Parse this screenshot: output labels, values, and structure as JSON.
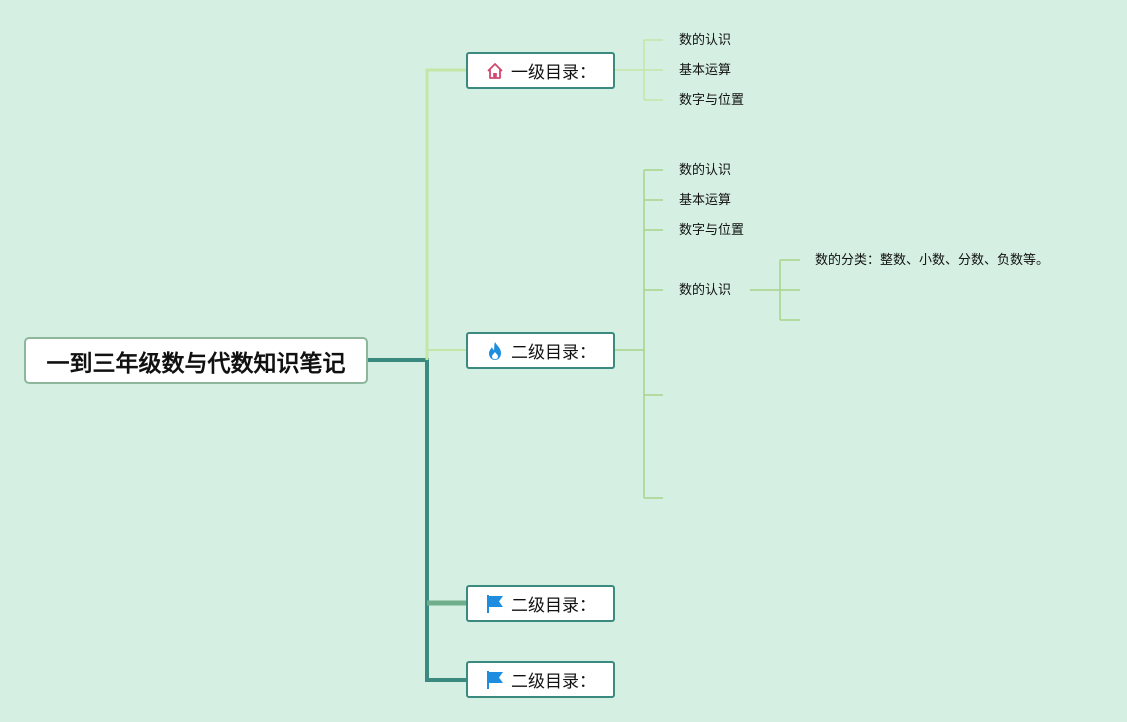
{
  "root": {
    "title": "一到三年级数与代数知识笔记"
  },
  "branches": [
    {
      "label": "一级目录：",
      "icon": "home-icon",
      "children": [
        "数的认识",
        "基本运算",
        "数字与位置"
      ]
    },
    {
      "label": "二级目录：",
      "icon": "fire-icon",
      "children": [
        "数的认识",
        "基本运算",
        "数字与位置",
        "数的认识",
        "",
        ""
      ],
      "sub": {
        "parent": "数的认识",
        "children": [
          "数的分类：整数、小数、分数、负数等。",
          "",
          ""
        ]
      }
    },
    {
      "label": "二级目录：",
      "icon": "flag-icon",
      "children": []
    },
    {
      "label": "二级目录：",
      "icon": "flag-icon",
      "children": []
    }
  ],
  "colors": {
    "background": "#d5f0e2",
    "trunk": "#3a8a80",
    "branch_light": "#c5e6a6",
    "leaf_line": "#a8d48a",
    "home_icon": "#d4476f",
    "fire_icon": "#1e8de0",
    "flag_icon": "#1e8de0"
  }
}
